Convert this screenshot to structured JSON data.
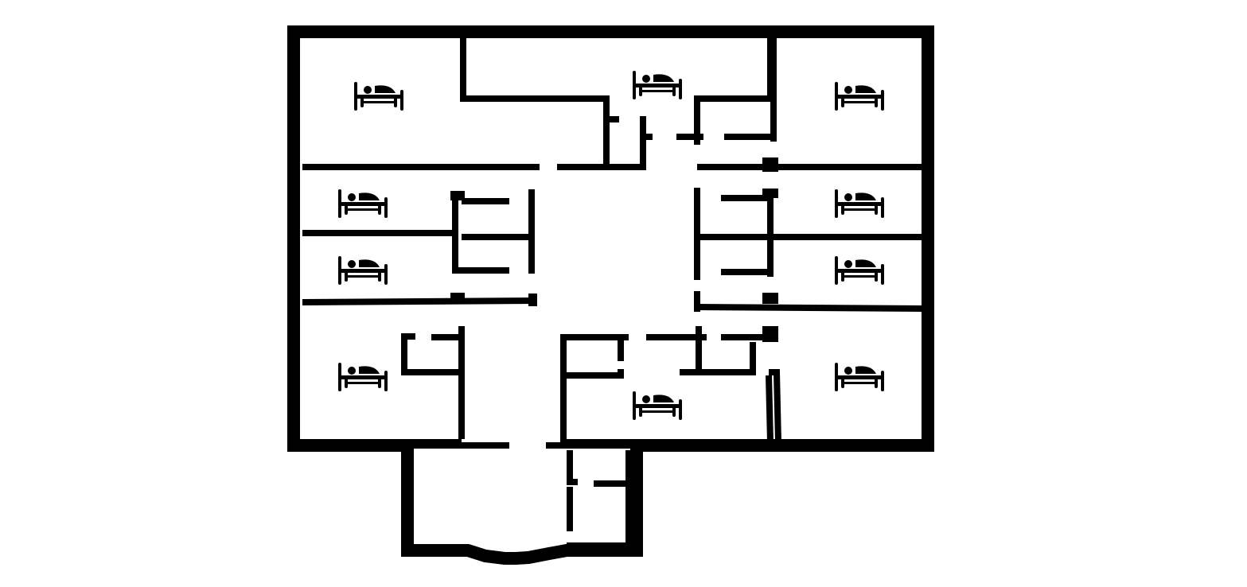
{
  "diagram": {
    "type": "floor-plan",
    "colors": {
      "walls": "#000000",
      "background": "#ffffff"
    },
    "icon": "bed-icon",
    "rooms": [
      {
        "id": "room-nw",
        "icon": "bed-icon"
      },
      {
        "id": "room-n-center",
        "icon": "bed-icon"
      },
      {
        "id": "room-ne",
        "icon": "bed-icon"
      },
      {
        "id": "room-w-upper",
        "icon": "bed-icon"
      },
      {
        "id": "room-e-upper",
        "icon": "bed-icon"
      },
      {
        "id": "room-w-lower",
        "icon": "bed-icon"
      },
      {
        "id": "room-e-lower",
        "icon": "bed-icon"
      },
      {
        "id": "room-sw",
        "icon": "bed-icon"
      },
      {
        "id": "room-s-center",
        "icon": "bed-icon"
      },
      {
        "id": "room-se",
        "icon": "bed-icon"
      }
    ]
  }
}
